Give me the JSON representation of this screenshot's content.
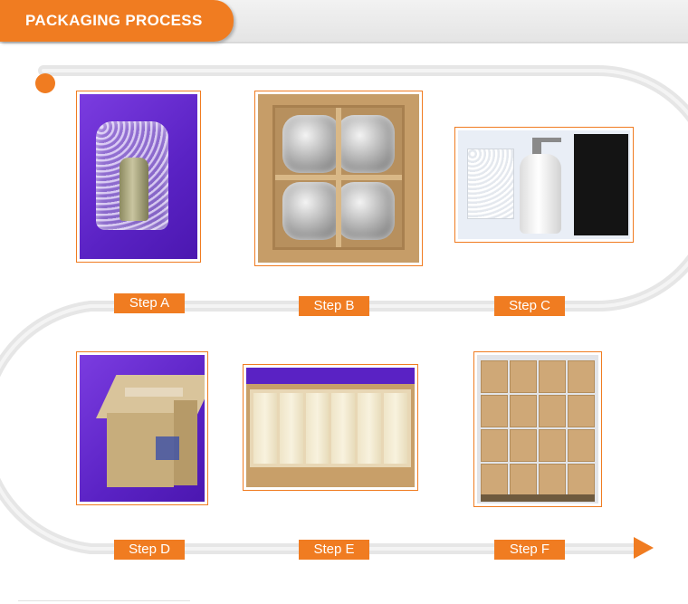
{
  "header": {
    "title": "PACKAGING PROCESS"
  },
  "colors": {
    "accent": "#f07c21",
    "track": "#e3e3e3",
    "header_bg": "#ececec"
  },
  "steps": [
    {
      "label": "Step A",
      "photo": "bubble-wrapped bottle on purple background"
    },
    {
      "label": "Step B",
      "photo": "four wrapped dispensers in divided carton"
    },
    {
      "label": "Step C",
      "photo": "bubble bag, white bottle and black gift box"
    },
    {
      "label": "Step D",
      "photo": "sealed shipping carton"
    },
    {
      "label": "Step E",
      "photo": "gift boxes packed in open carton"
    },
    {
      "label": "Step F",
      "photo": "cartons stacked on pallet"
    }
  ]
}
